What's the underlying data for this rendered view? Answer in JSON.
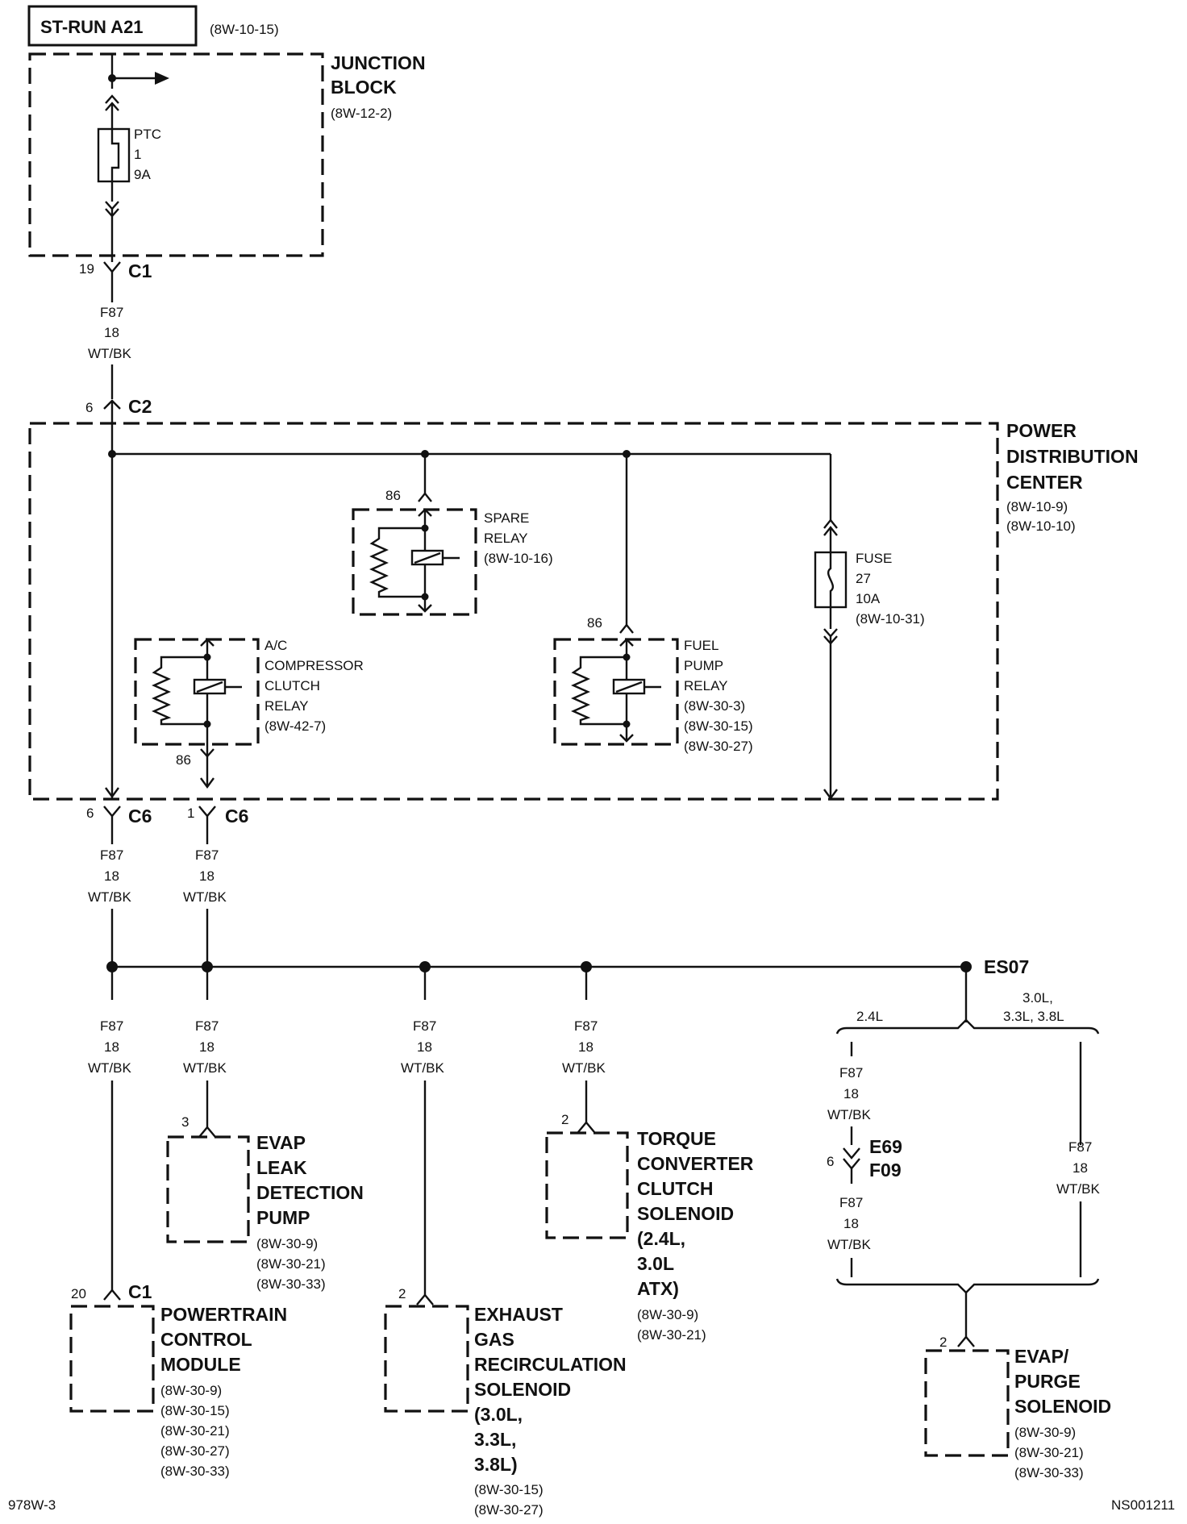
{
  "header": {
    "title": "ST-RUN A21",
    "ref": "(8W-10-15)"
  },
  "junction_block": {
    "name": [
      "JUNCTION",
      "BLOCK"
    ],
    "ref": "(8W-12-2)",
    "ptc": [
      "PTC",
      "1",
      "9A"
    ]
  },
  "c1_top": {
    "pin": "19",
    "name": "C1"
  },
  "c2": {
    "pin": "6",
    "name": "C2"
  },
  "pdc": {
    "name": [
      "POWER",
      "DISTRIBUTION",
      "CENTER"
    ],
    "refs": [
      "(8W-10-9)",
      "(8W-10-10)"
    ]
  },
  "spare_relay": {
    "pin": "86",
    "label": [
      "SPARE",
      "RELAY",
      "(8W-10-16)"
    ]
  },
  "fuse": {
    "label": [
      "FUSE",
      "27",
      "10A",
      "(8W-10-31)"
    ]
  },
  "fuel_pump_relay": {
    "pin": "86",
    "label": [
      "FUEL",
      "PUMP",
      "RELAY",
      "(8W-30-3)",
      "(8W-30-15)",
      "(8W-30-27)"
    ]
  },
  "ac_relay": {
    "pin": "86",
    "label": [
      "A/C",
      "COMPRESSOR",
      "CLUTCH",
      "RELAY",
      "(8W-42-7)"
    ]
  },
  "c6_left": {
    "pin": "6",
    "name": "C6"
  },
  "c6_right": {
    "pin": "1",
    "name": "C6"
  },
  "wire": [
    "F87",
    "18",
    "WT/BK"
  ],
  "splice": {
    "name": "ES07"
  },
  "branch": {
    "left": "2.4L",
    "right": [
      "3.0L,",
      "3.3L, 3.8L"
    ]
  },
  "e69": {
    "pin": "6",
    "names": [
      "E69",
      "F09"
    ]
  },
  "evap_leak": {
    "pin": "3",
    "name": [
      "EVAP",
      "LEAK",
      "DETECTION",
      "PUMP"
    ],
    "refs": [
      "(8W-30-9)",
      "(8W-30-21)",
      "(8W-30-33)"
    ]
  },
  "torque": {
    "pin": "2",
    "name": [
      "TORQUE",
      "CONVERTER",
      "CLUTCH",
      "SOLENOID",
      "(2.4L,",
      "3.0L",
      "ATX)"
    ],
    "refs": [
      "(8W-30-9)",
      "(8W-30-21)"
    ]
  },
  "pcm": {
    "pin": "20",
    "conn": "C1",
    "name": [
      "POWERTRAIN",
      "CONTROL",
      "MODULE"
    ],
    "refs": [
      "(8W-30-9)",
      "(8W-30-15)",
      "(8W-30-21)",
      "(8W-30-27)",
      "(8W-30-33)"
    ]
  },
  "egr": {
    "pin": "2",
    "name": [
      "EXHAUST",
      "GAS",
      "RECIRCULATION",
      "SOLENOID",
      "(3.0L,",
      "3.3L,",
      "3.8L)"
    ],
    "refs": [
      "(8W-30-15)",
      "(8W-30-27)"
    ]
  },
  "purge": {
    "pin": "2",
    "name": [
      "EVAP/",
      "PURGE",
      "SOLENOID"
    ],
    "refs": [
      "(8W-30-9)",
      "(8W-30-21)",
      "(8W-30-33)"
    ]
  },
  "footer": {
    "left": "978W-3",
    "right": "NS001211"
  }
}
